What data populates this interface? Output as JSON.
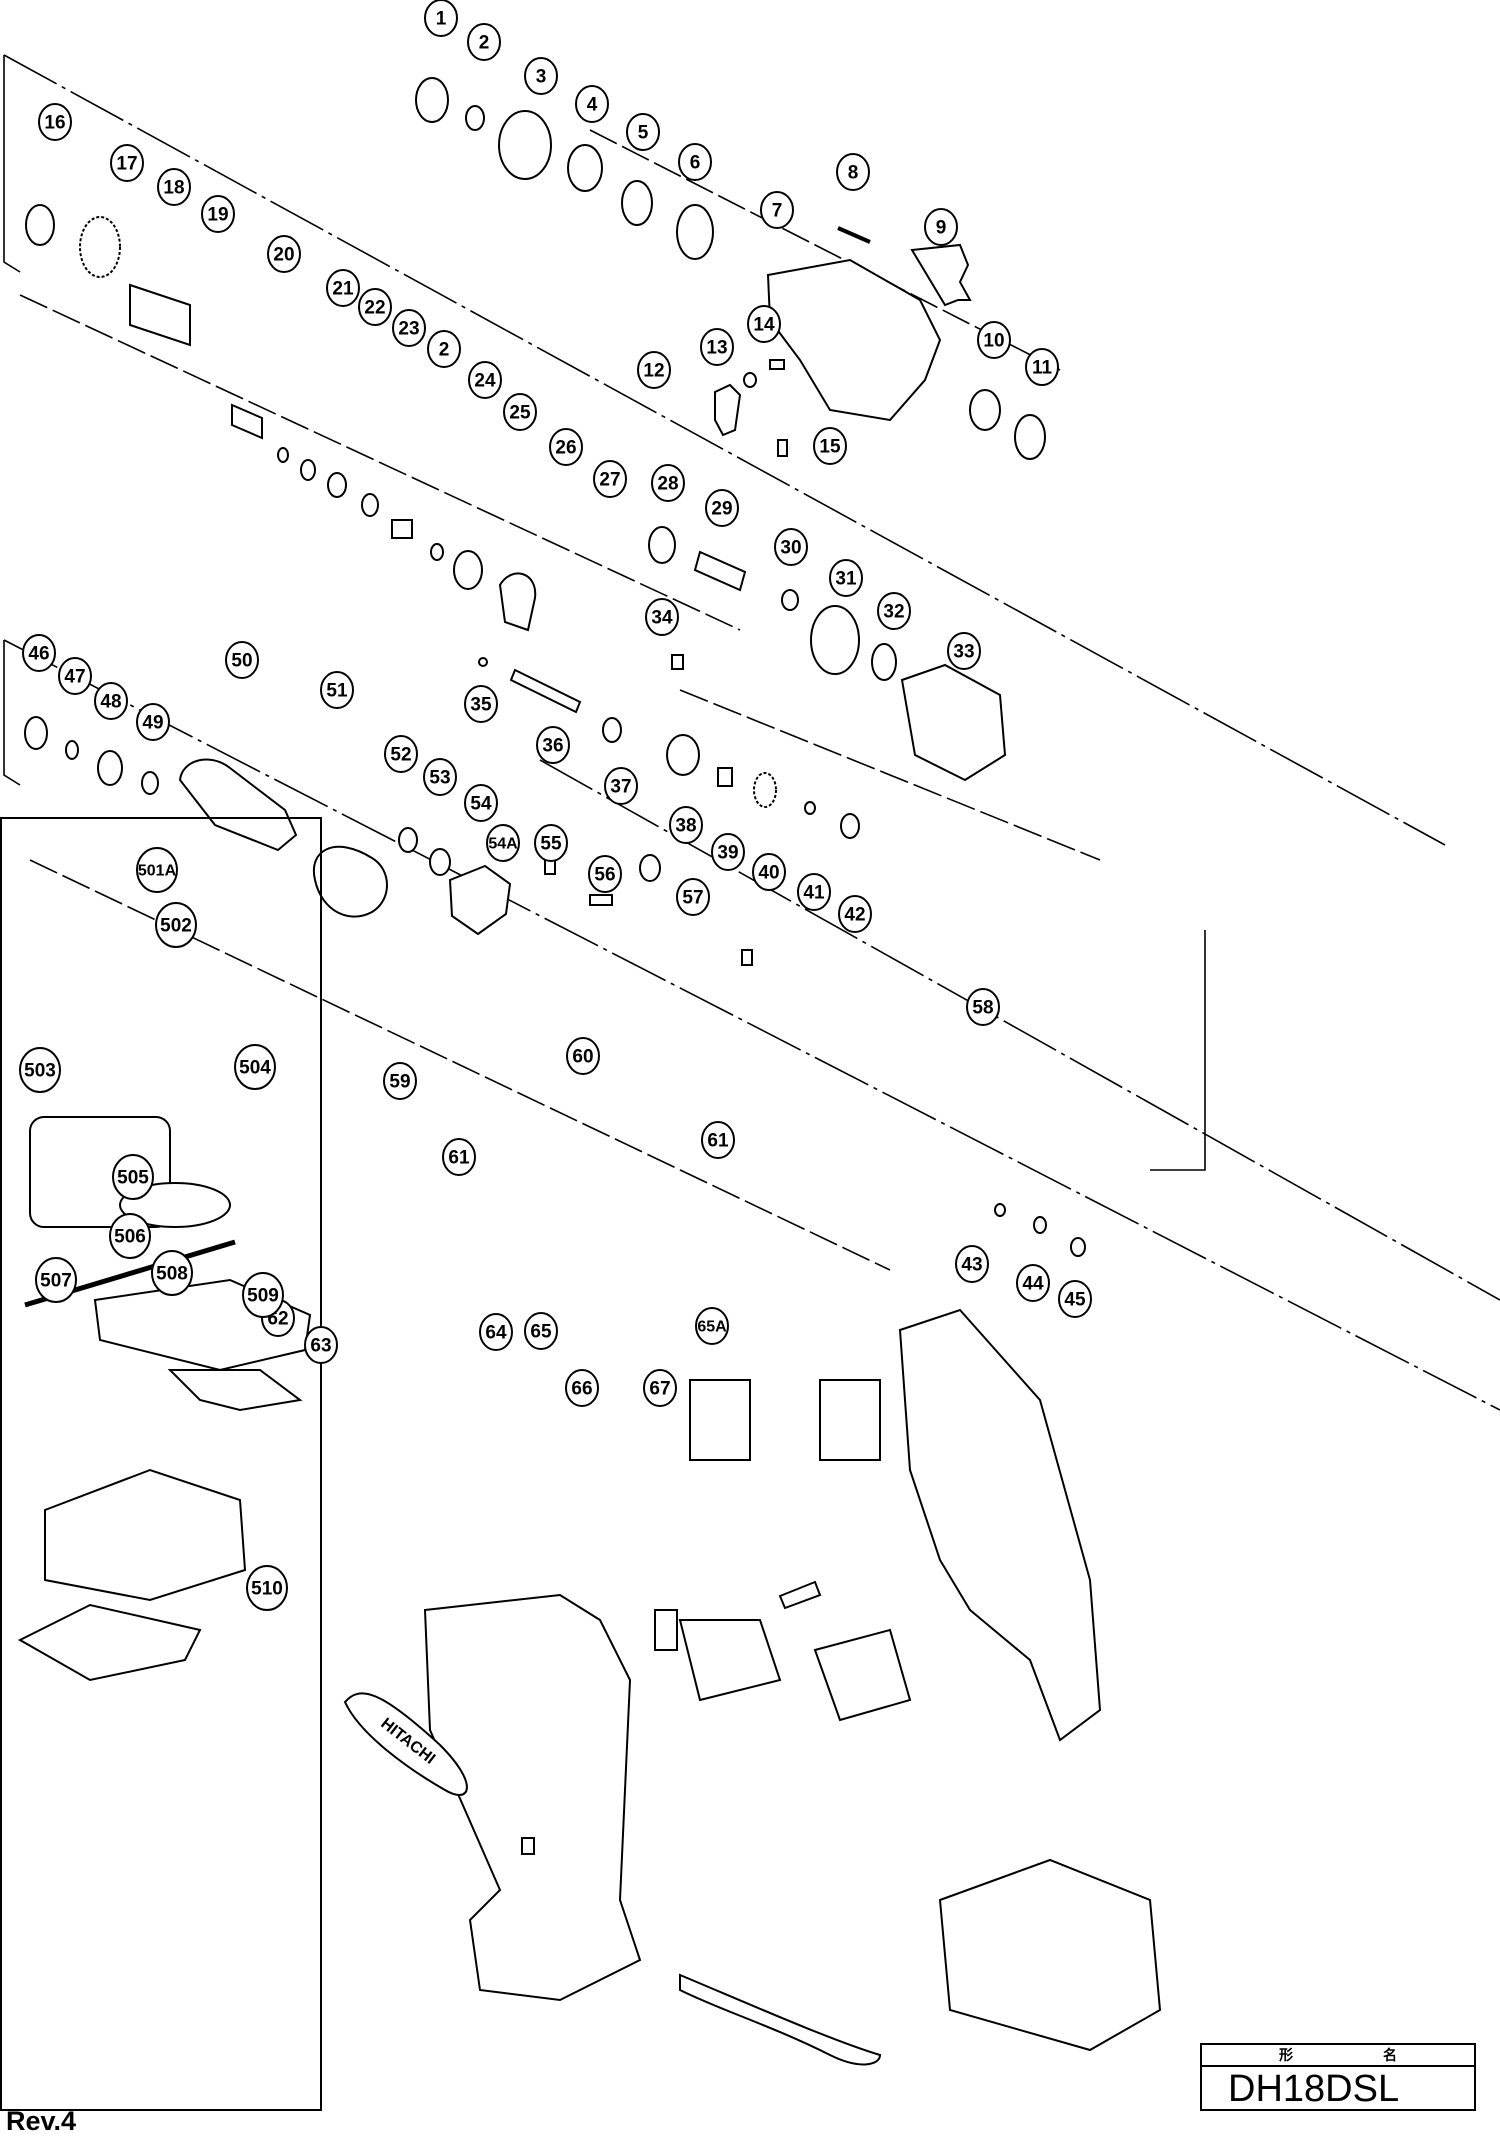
{
  "document": {
    "type": "exploded parts diagram",
    "model_box": {
      "header": "形　名",
      "model": "DH18DSL"
    },
    "revision": "Rev.4"
  },
  "parts": [
    {
      "id": "1"
    },
    {
      "id": "2"
    },
    {
      "id": "3"
    },
    {
      "id": "4"
    },
    {
      "id": "5"
    },
    {
      "id": "6"
    },
    {
      "id": "7"
    },
    {
      "id": "8"
    },
    {
      "id": "9"
    },
    {
      "id": "10"
    },
    {
      "id": "11"
    },
    {
      "id": "12"
    },
    {
      "id": "13"
    },
    {
      "id": "14"
    },
    {
      "id": "15"
    },
    {
      "id": "16"
    },
    {
      "id": "17"
    },
    {
      "id": "18"
    },
    {
      "id": "19"
    },
    {
      "id": "20"
    },
    {
      "id": "21"
    },
    {
      "id": "22"
    },
    {
      "id": "23"
    },
    {
      "id": "2"
    },
    {
      "id": "24"
    },
    {
      "id": "25"
    },
    {
      "id": "26"
    },
    {
      "id": "27"
    },
    {
      "id": "28"
    },
    {
      "id": "29"
    },
    {
      "id": "30"
    },
    {
      "id": "31"
    },
    {
      "id": "32"
    },
    {
      "id": "33"
    },
    {
      "id": "34"
    },
    {
      "id": "35"
    },
    {
      "id": "36"
    },
    {
      "id": "37"
    },
    {
      "id": "38"
    },
    {
      "id": "39"
    },
    {
      "id": "40"
    },
    {
      "id": "41"
    },
    {
      "id": "42"
    },
    {
      "id": "43"
    },
    {
      "id": "44"
    },
    {
      "id": "45"
    },
    {
      "id": "46"
    },
    {
      "id": "47"
    },
    {
      "id": "48"
    },
    {
      "id": "49"
    },
    {
      "id": "50"
    },
    {
      "id": "51"
    },
    {
      "id": "52"
    },
    {
      "id": "53"
    },
    {
      "id": "54"
    },
    {
      "id": "54A"
    },
    {
      "id": "55"
    },
    {
      "id": "56"
    },
    {
      "id": "57"
    },
    {
      "id": "58"
    },
    {
      "id": "59"
    },
    {
      "id": "60"
    },
    {
      "id": "61"
    },
    {
      "id": "61"
    },
    {
      "id": "62"
    },
    {
      "id": "63"
    },
    {
      "id": "64"
    },
    {
      "id": "65"
    },
    {
      "id": "65A"
    },
    {
      "id": "66"
    },
    {
      "id": "67"
    }
  ],
  "accessories": [
    {
      "id": "501A"
    },
    {
      "id": "502"
    },
    {
      "id": "503"
    },
    {
      "id": "504"
    },
    {
      "id": "505"
    },
    {
      "id": "506"
    },
    {
      "id": "507"
    },
    {
      "id": "508"
    },
    {
      "id": "509"
    },
    {
      "id": "510"
    }
  ],
  "logo_text": "HITACHI"
}
